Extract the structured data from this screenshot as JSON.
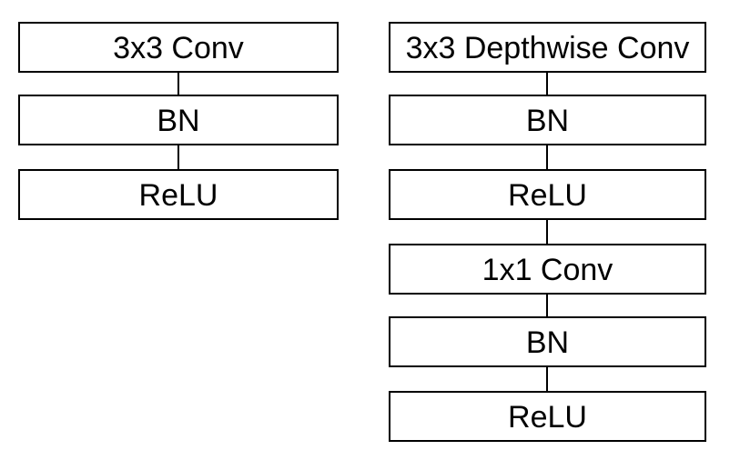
{
  "left_stack": {
    "blocks": [
      "3x3 Conv",
      "BN",
      "ReLU"
    ]
  },
  "right_stack": {
    "blocks": [
      "3x3 Depthwise Conv",
      "BN",
      "ReLU",
      "1x1 Conv",
      "BN",
      "ReLU"
    ]
  }
}
